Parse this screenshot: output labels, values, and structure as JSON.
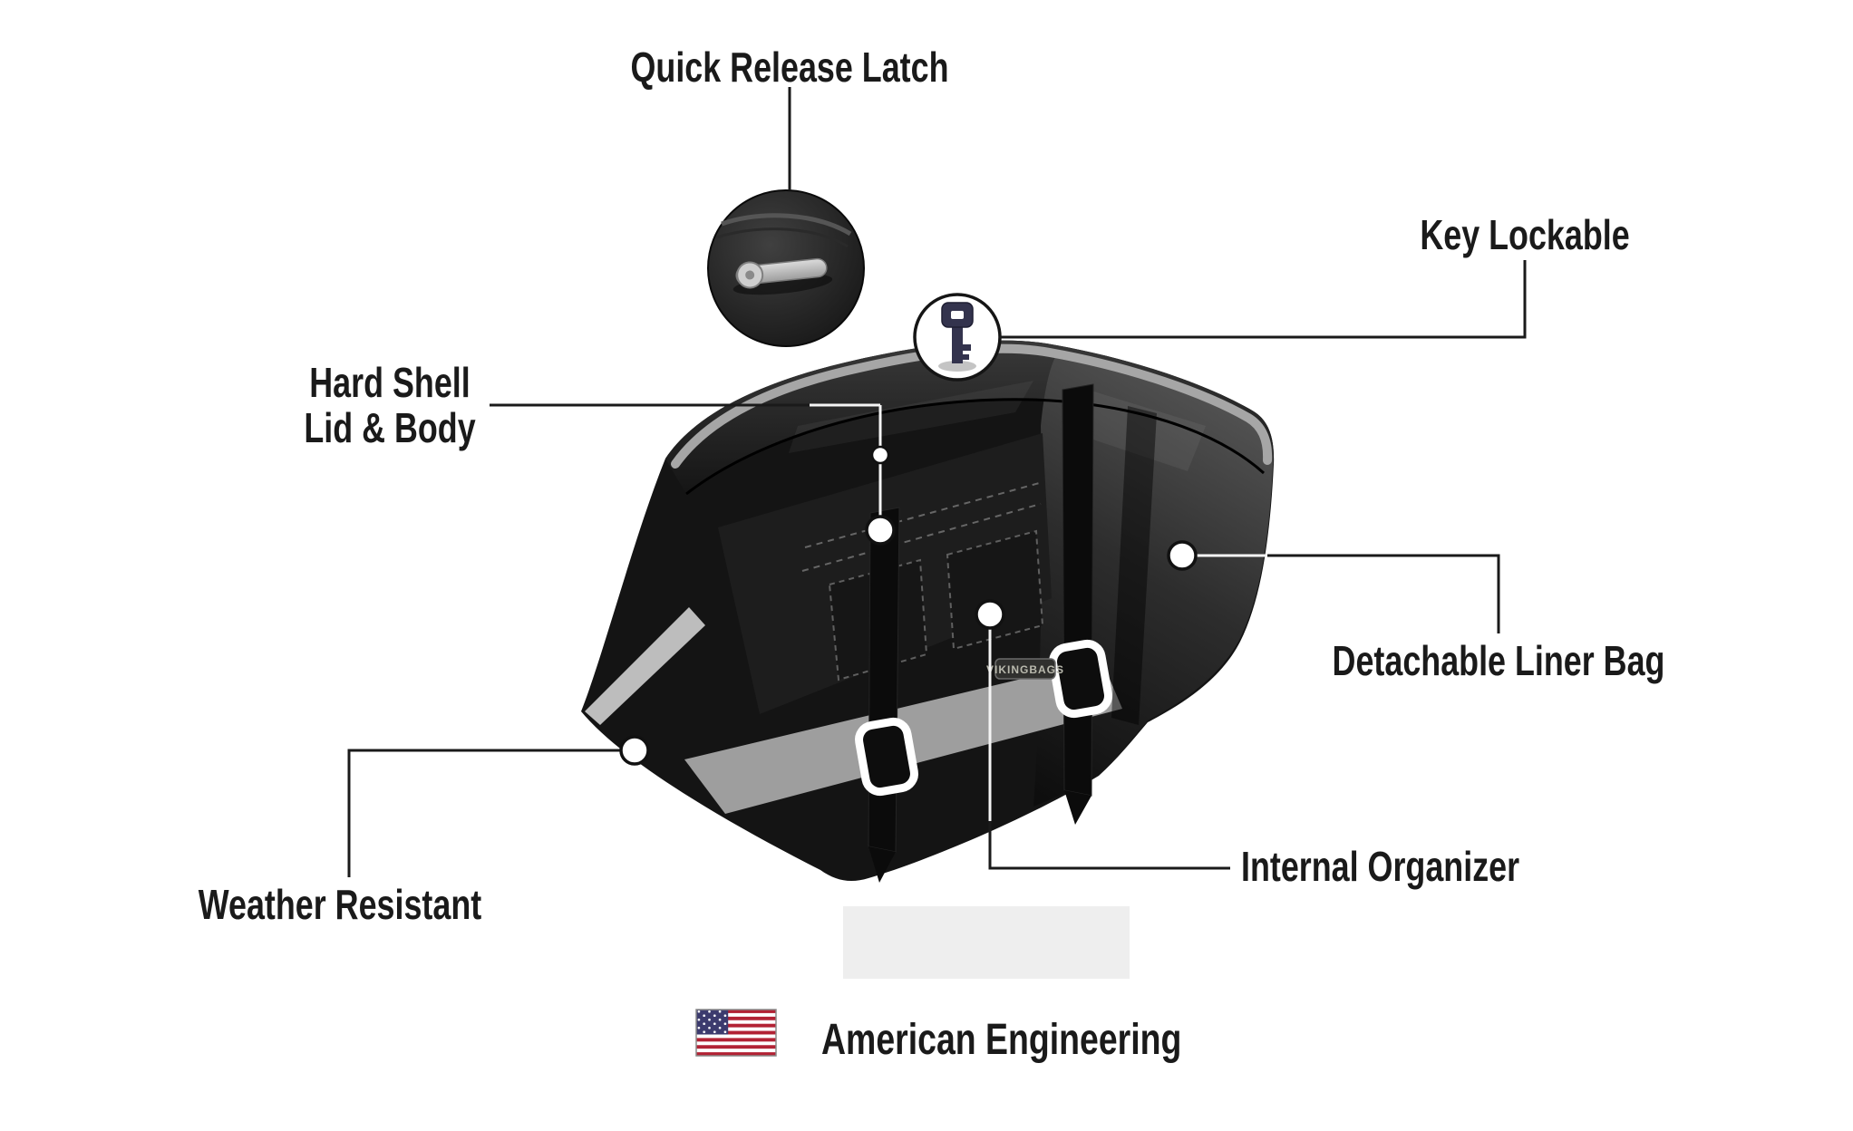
{
  "callouts": {
    "quick_release_latch": "Quick Release Latch",
    "key_lockable": "Key Lockable",
    "hard_shell_line1": "Hard Shell",
    "hard_shell_line2": "Lid & Body",
    "detachable_liner_bag": "Detachable Liner Bag",
    "weather_resistant": "Weather Resistant",
    "internal_organizer": "Internal Organizer"
  },
  "footer": {
    "american_engineering": "American Engineering",
    "flag_icon": "us-flag-icon"
  },
  "product": {
    "brand_plate_text": "VIKINGBAGS",
    "insets": {
      "latch_closeup_icon": "quick-release-latch-closeup-icon",
      "key_icon": "key-icon"
    }
  },
  "colors": {
    "text": "#1a1a1a",
    "line": "#1a1a1a",
    "line_on_bag": "#f5f5f5",
    "bag_black": "#141414",
    "accent_gray": "#a6a6a6",
    "marker_fill": "#ffffff",
    "flag_red": "#B22234",
    "flag_blue": "#3C3B6E"
  }
}
